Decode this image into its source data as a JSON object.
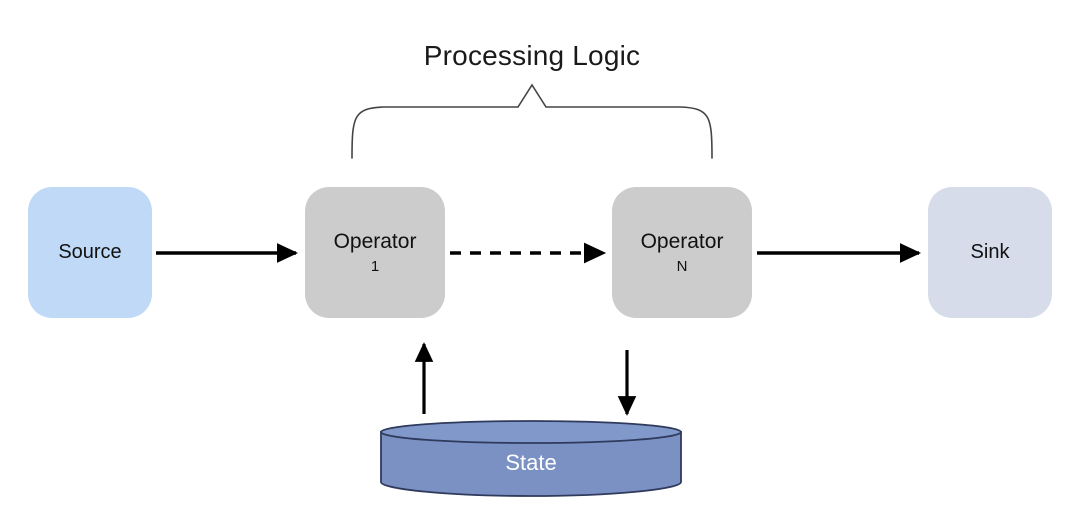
{
  "diagram": {
    "title": "Processing Logic",
    "nodes": {
      "source": {
        "label": "Source",
        "color": "#bfd9f7"
      },
      "operator_1": {
        "label": "Operator",
        "sublabel": "1",
        "color": "#cccccc"
      },
      "operator_n": {
        "label": "Operator",
        "sublabel": "N",
        "color": "#cccccc"
      },
      "sink": {
        "label": "Sink",
        "color": "#d6dce9"
      },
      "state": {
        "label": "State",
        "color": "#7b91c4",
        "stroke": "#2f3a5c"
      }
    },
    "edges": {
      "source_to_operator_1": {
        "style": "solid",
        "arrow": "end"
      },
      "operator_1_to_operator_n": {
        "style": "dashed",
        "arrow": "end"
      },
      "operator_n_to_sink": {
        "style": "solid",
        "arrow": "end"
      },
      "state_to_operator_1": {
        "style": "solid",
        "arrow": "end",
        "direction": "up"
      },
      "operator_n_to_state": {
        "style": "solid",
        "arrow": "end",
        "direction": "down"
      }
    },
    "brace": {
      "orientation": "down",
      "label": "Processing Logic",
      "color": "#444444"
    }
  }
}
